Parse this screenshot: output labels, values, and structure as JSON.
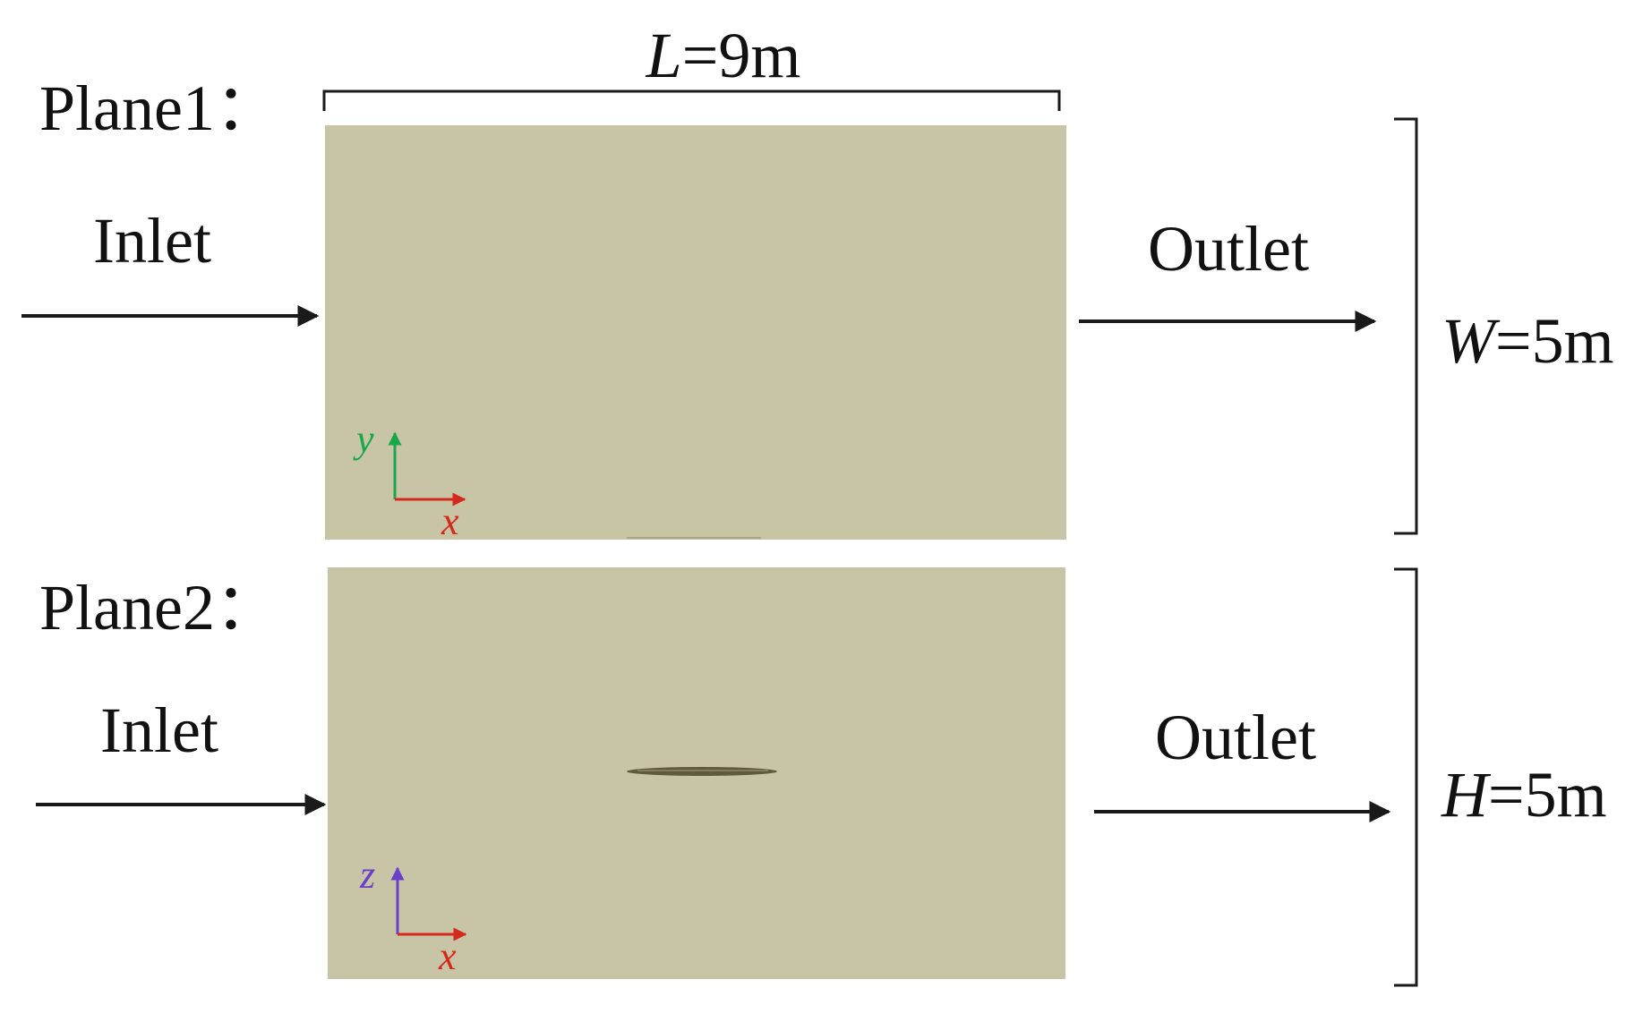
{
  "colors": {
    "domain_fill": "#c8c5a6",
    "line": "#1a1a1a",
    "axis_x": "#d42a1e",
    "axis_y": "#1aa64a",
    "axis_z": "#6b3fc9",
    "body_dark": "#5e5a3c"
  },
  "dimensions": {
    "length": {
      "var": "L",
      "rest": "=9m"
    },
    "width": {
      "var": "W",
      "rest": "=5m"
    },
    "height": {
      "var": "H",
      "rest": "=5m"
    }
  },
  "planes": [
    {
      "label": "Plane1：",
      "inlet": "Inlet",
      "outlet": "Outlet",
      "axes": {
        "horizontal": "x",
        "vertical": "y"
      }
    },
    {
      "label": "Plane2：",
      "inlet": "Inlet",
      "outlet": "Outlet",
      "axes": {
        "horizontal": "x",
        "vertical": "z"
      }
    }
  ]
}
